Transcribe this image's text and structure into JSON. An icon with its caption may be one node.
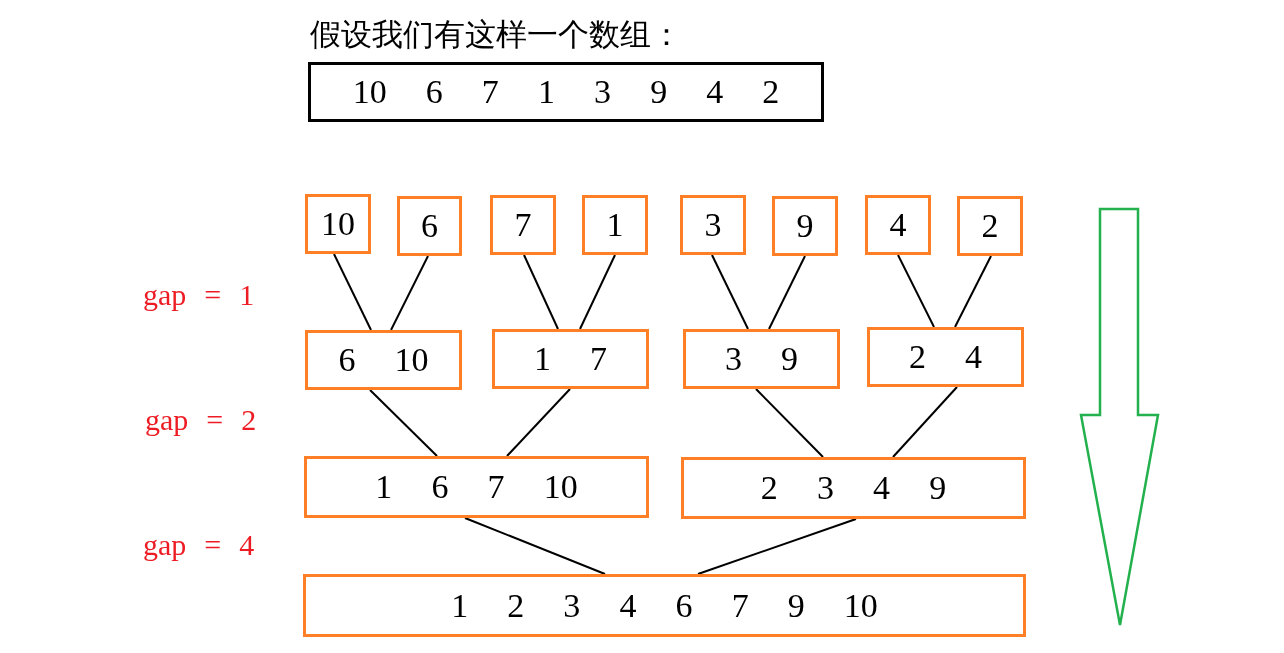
{
  "diagram": {
    "title": "假设我们有这样一个数组：",
    "nodes": [
      {
        "text": [
          "10 6 7 1 3 9 4 2"
        ]
      },
      {
        "text": [
          "10"
        ]
      },
      {
        "text": [
          "6"
        ]
      },
      {
        "text": [
          "7"
        ]
      },
      {
        "text": [
          "1"
        ]
      },
      {
        "text": [
          "3"
        ]
      },
      {
        "text": [
          "9"
        ]
      },
      {
        "text": [
          "4"
        ]
      },
      {
        "text": [
          "2"
        ]
      },
      {
        "text": [
          "6 10"
        ]
      },
      {
        "text": [
          "1 7"
        ]
      },
      {
        "text": [
          "3 9"
        ]
      },
      {
        "text": [
          "2 4"
        ]
      },
      {
        "text": [
          "1 6 7 10"
        ]
      },
      {
        "text": [
          "2 3 4 9"
        ]
      },
      {
        "text": [
          "1 2 3 4 6 7 9 10"
        ]
      }
    ],
    "edges": [
      {
        "from": 1,
        "to": 9,
        "arrow": "none"
      },
      {
        "from": 2,
        "to": 9,
        "arrow": "none"
      },
      {
        "from": 3,
        "to": 10,
        "arrow": "none"
      },
      {
        "from": 4,
        "to": 10,
        "arrow": "none"
      },
      {
        "from": 5,
        "to": 11,
        "arrow": "none"
      },
      {
        "from": 6,
        "to": 11,
        "arrow": "none"
      },
      {
        "from": 7,
        "to": 12,
        "arrow": "none"
      },
      {
        "from": 8,
        "to": 12,
        "arrow": "none"
      },
      {
        "from": 9,
        "to": 13,
        "arrow": "none"
      },
      {
        "from": 10,
        "to": 13,
        "arrow": "none"
      },
      {
        "from": 11,
        "to": 14,
        "arrow": "none"
      },
      {
        "from": 12,
        "to": 14,
        "arrow": "none"
      },
      {
        "from": 13,
        "to": 15,
        "arrow": "none"
      },
      {
        "from": 14,
        "to": 15,
        "arrow": "none"
      }
    ],
    "labels": [
      "gap = 1",
      "gap = 2",
      "gap = 4"
    ]
  }
}
